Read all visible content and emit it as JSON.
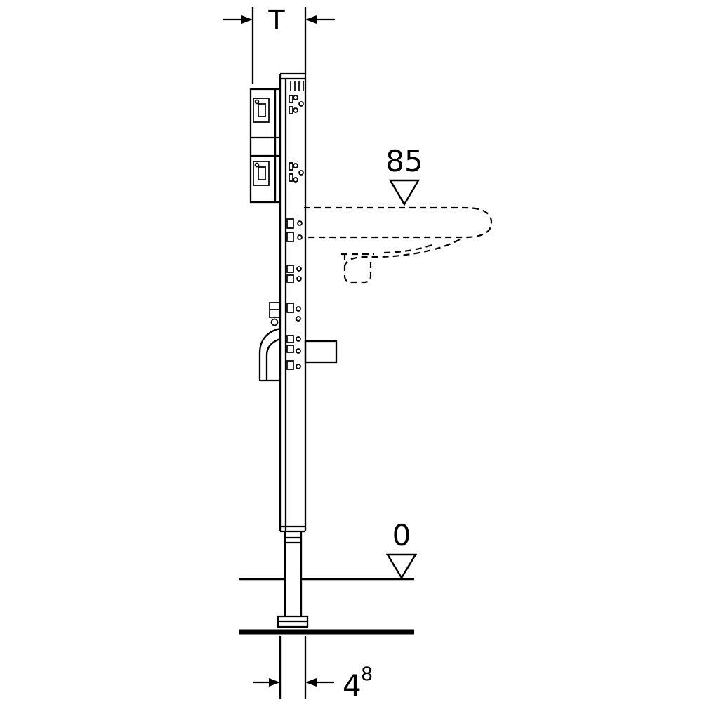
{
  "diagram": {
    "kind": "washbasin-installation-frame-side-view",
    "colors": {
      "line": "#000000",
      "background": "#ffffff"
    },
    "labels": {
      "top_dimension": "T",
      "basin_rim_height": "85",
      "floor_level": "0",
      "bottom_dimension_value": "4",
      "bottom_dimension_superscript": "8"
    }
  }
}
